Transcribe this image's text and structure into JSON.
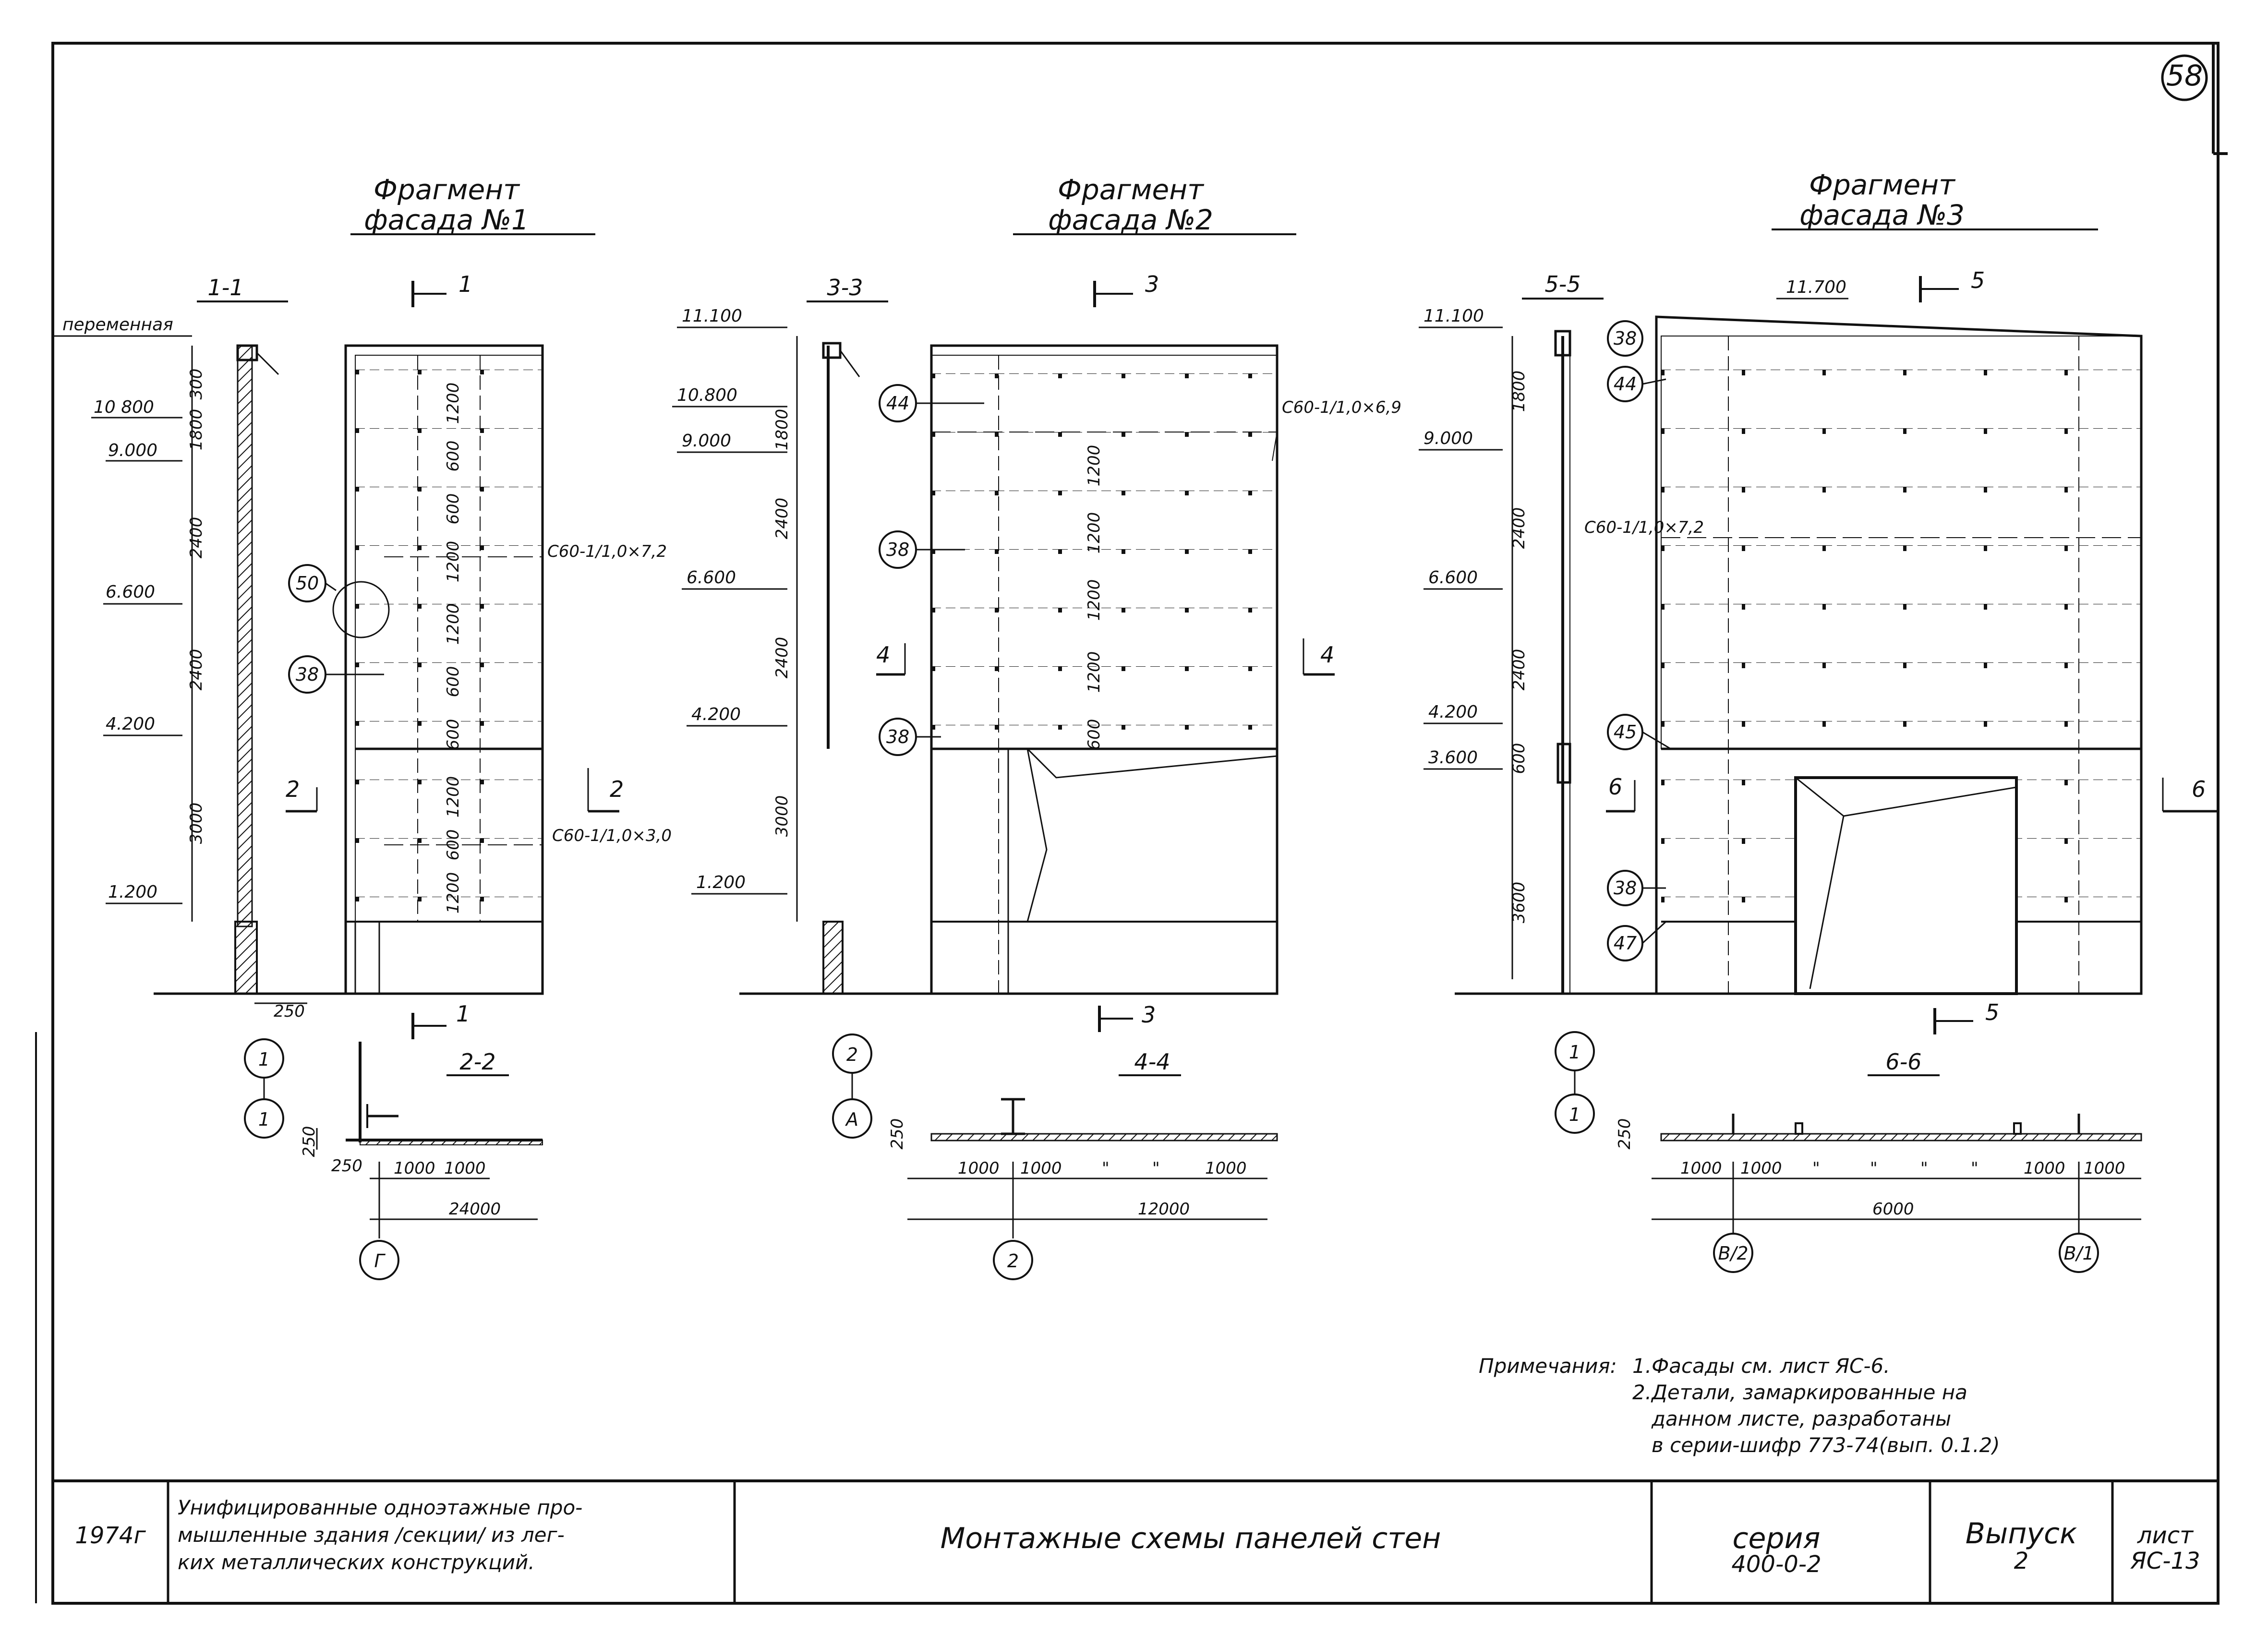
{
  "sheet_number": "58",
  "fragments": [
    {
      "title_line1": "Фрагмент",
      "title_line2": "фасада №1",
      "section_a": "1-1",
      "section_b": "2-2",
      "cut_top": "1",
      "cut_bottom": "1",
      "cut_side": "2",
      "top_label": "переменная",
      "elevations": [
        "10 800",
        "9.000",
        "6.600",
        "4.200",
        "1.200"
      ],
      "heights": [
        "300",
        "1800",
        "2400",
        "2400",
        "3000"
      ],
      "panel_heights": [
        "1200",
        "600",
        "600",
        "1200",
        "1200",
        "600",
        "600",
        "1200",
        "600",
        "1200"
      ],
      "panel_marks": [
        "С60-1/1,0×7,2",
        "С60-1/1,0×3,0"
      ],
      "callouts": [
        "50",
        "38"
      ],
      "axes": [
        "1",
        "1",
        "Г"
      ],
      "plan_dims": [
        "250",
        "1000",
        "1000",
        "24000"
      ],
      "base_dim": "250",
      "plan_offset": "250"
    },
    {
      "title_line1": "Фрагмент",
      "title_line2": "фасада №2",
      "section_a": "3-3",
      "section_b": "4-4",
      "cut_top": "3",
      "cut_bottom": "3",
      "cut_side": "4",
      "elevations": [
        "11.100",
        "10.800",
        "9.000",
        "6.600",
        "4.200",
        "1.200"
      ],
      "heights": [
        "1800",
        "2400",
        "2400",
        "3000"
      ],
      "panel_heights": [
        "1200",
        "1200",
        "1200",
        "1200",
        "600"
      ],
      "panel_marks": [
        "С60-1/1,0×6,9"
      ],
      "callouts": [
        "44",
        "38",
        "38"
      ],
      "axes": [
        "2",
        "А",
        "2"
      ],
      "plan_dims": [
        "1000",
        "1000",
        "\"",
        "\"",
        "1000",
        "12000"
      ],
      "plan_offset": "250"
    },
    {
      "title_line1": "Фрагмент",
      "title_line2": "фасада №3",
      "section_a": "5-5",
      "section_b": "6-6",
      "cut_top": "5",
      "cut_bottom": "5",
      "cut_side": "6",
      "top_elev": "11.700",
      "elevations": [
        "11.100",
        "9.000",
        "6.600",
        "4.200",
        "3.600"
      ],
      "heights": [
        "1800",
        "2400",
        "2400",
        "600",
        "3600"
      ],
      "panel_marks": [
        "С60-1/1,0×7,2"
      ],
      "callouts": [
        "38",
        "44",
        "45",
        "38",
        "47"
      ],
      "axes": [
        "1",
        "1",
        "В/2",
        "В/1"
      ],
      "plan_dims": [
        "1000",
        "1000",
        "\"",
        "\"",
        "\"",
        "\"",
        "1000",
        "1000",
        "6000"
      ],
      "plan_offset": "250"
    }
  ],
  "notes": {
    "heading": "Примечания:",
    "items": [
      "1.Фасады см. лист ЯС-6.",
      "2.Детали, замаркированные на",
      "данном листе, разработаны",
      "в серии-шифр 773-74(вып. 0.1.2)"
    ]
  },
  "title_block": {
    "year": "1974г",
    "project_line1": "Унифицированные одноэтажные про-",
    "project_line2": "мышленные здания /секции/ из лег-",
    "project_line3": "ких металлических конструкций.",
    "drawing_title": "Монтажные схемы панелей стен",
    "series_label": "серия",
    "series_value": "400-0-2",
    "issue_label": "Выпуск",
    "issue_value": "2",
    "sheet_label": "лист",
    "sheet_value": "ЯС-13"
  }
}
